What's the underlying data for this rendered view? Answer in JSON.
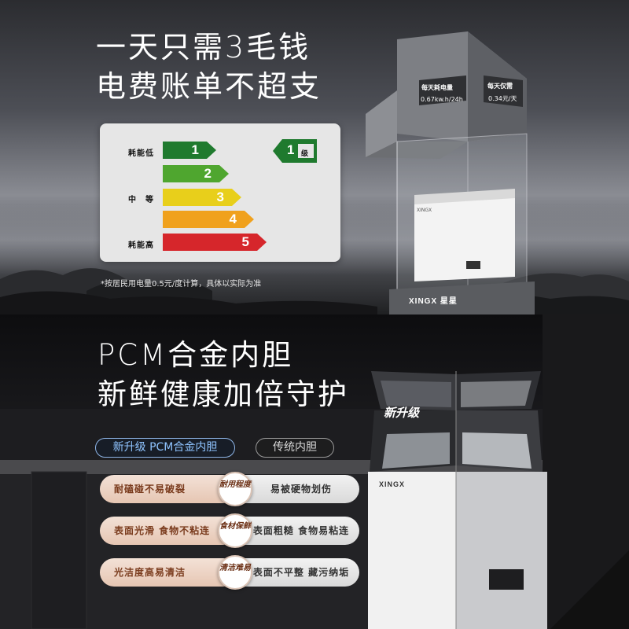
{
  "top": {
    "headline_line1": "一天只需3毛钱",
    "headline_line2": "电费账单不超支",
    "energy_label": {
      "row_labels": [
        "耗能低",
        "中　等",
        "耗能高"
      ],
      "levels": [
        {
          "num": "1",
          "color": "#1f7a2e"
        },
        {
          "num": "2",
          "color": "#4fa62f"
        },
        {
          "num": "3",
          "color": "#e8cf1b"
        },
        {
          "num": "4",
          "color": "#f0a11d"
        },
        {
          "num": "5",
          "color": "#d6262b"
        }
      ],
      "grade_num": "1",
      "grade_unit": "级",
      "grade_color": "#1f7a2e"
    },
    "footnote": "*按居民用电量0.5元/度计算，具体以实际为准",
    "display_box": {
      "sign1_title": "每天耗电量",
      "sign1_value": "0.67kw.h/24h",
      "sign2_title": "每天仅需",
      "sign2_value": "0.34元/天",
      "brand": "XINGX 星星",
      "freezer_brand": "XINGX"
    }
  },
  "bottom": {
    "headline_line1": "PCM合金内胆",
    "headline_line2": "新鲜健康加倍守护",
    "tab_new": "新升级 PCM合金内胆",
    "tab_old": "传统内胆",
    "rows": [
      {
        "left": "耐磕碰不易破裂",
        "badge": "耐用程度",
        "right": "易被硬物划伤"
      },
      {
        "left": "表面光滑  食物不粘连",
        "badge": "食材保鲜",
        "right": "表面粗糙  食物易粘连"
      },
      {
        "left": "光洁度高易清洁",
        "badge": "清洁难易",
        "right": "表面不平整  藏污纳垢"
      }
    ],
    "upgrade_badge": "新升级",
    "freezer_brand": "XINGX"
  }
}
